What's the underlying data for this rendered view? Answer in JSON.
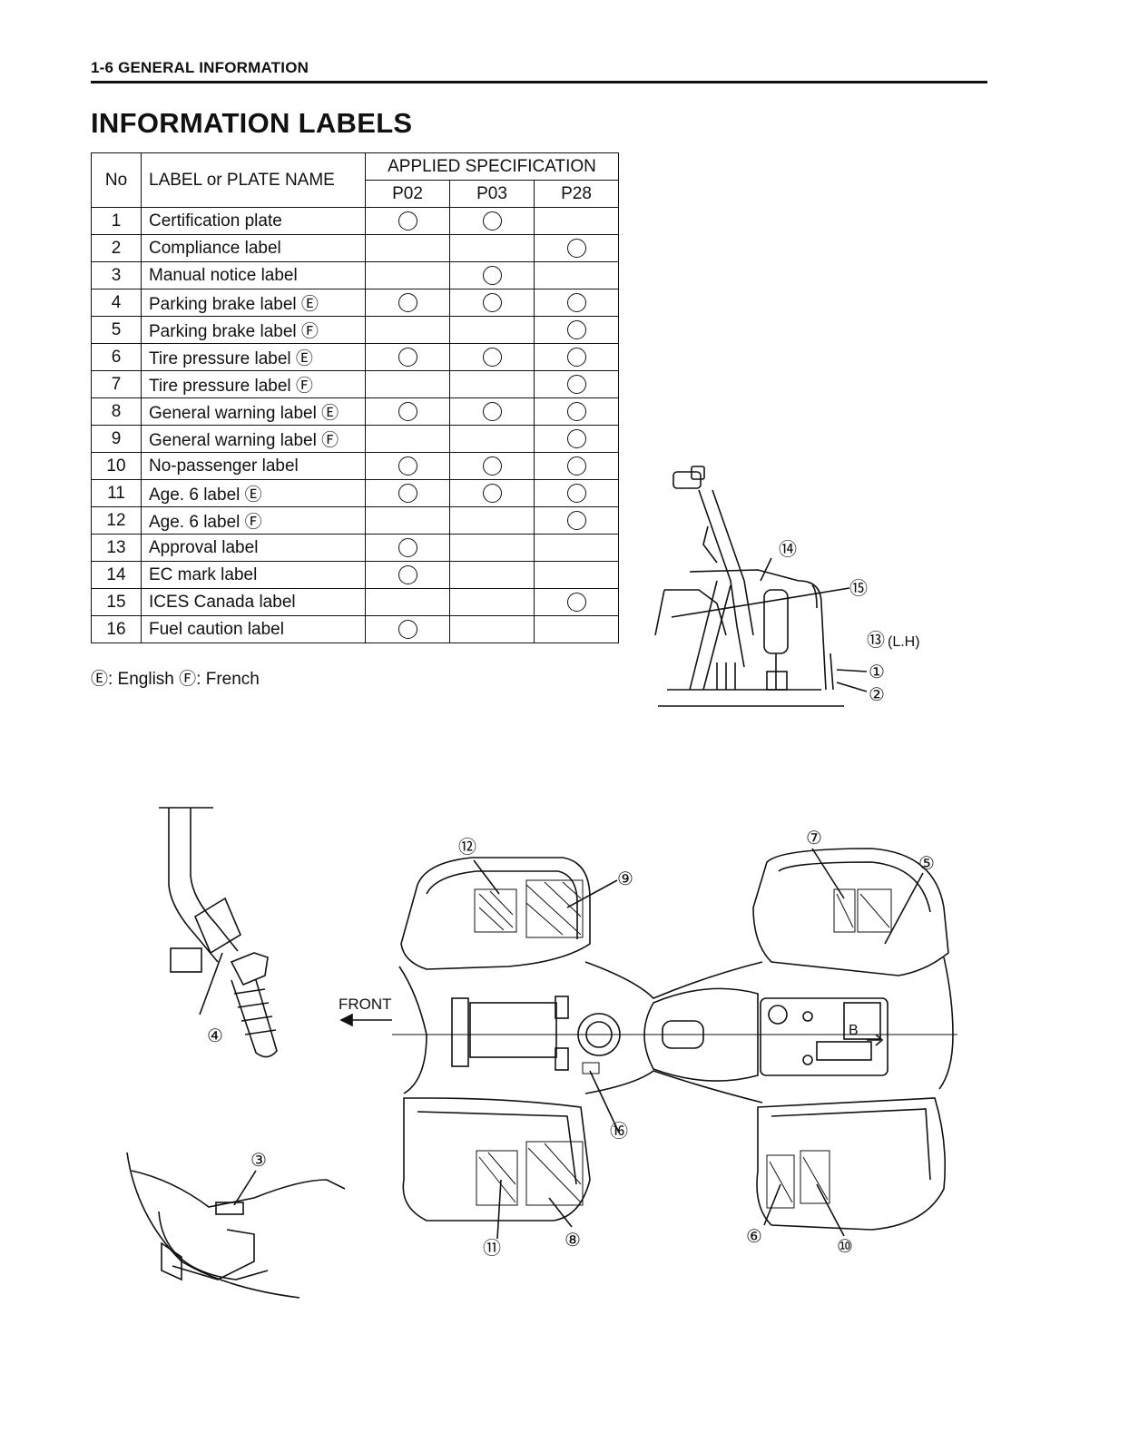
{
  "header": {
    "page": "1-6",
    "section": "GENERAL INFORMATION"
  },
  "title": "INFORMATION LABELS",
  "table": {
    "col_no": "No",
    "col_name": "LABEL or PLATE NAME",
    "col_spec": "APPLIED SPECIFICATION",
    "specs": [
      "P02",
      "P03",
      "P28"
    ],
    "rows": [
      {
        "no": "1",
        "name": "Certification plate",
        "applied": [
          true,
          true,
          false
        ]
      },
      {
        "no": "2",
        "name": "Compliance label",
        "applied": [
          false,
          false,
          true
        ]
      },
      {
        "no": "3",
        "name": "Manual notice label",
        "applied": [
          false,
          true,
          false
        ]
      },
      {
        "no": "4",
        "name": "Parking brake label Ⓔ",
        "applied": [
          true,
          true,
          true
        ]
      },
      {
        "no": "5",
        "name": "Parking brake label Ⓕ",
        "applied": [
          false,
          false,
          true
        ]
      },
      {
        "no": "6",
        "name": "Tire pressure label Ⓔ",
        "applied": [
          true,
          true,
          true
        ]
      },
      {
        "no": "7",
        "name": "Tire pressure label Ⓕ",
        "applied": [
          false,
          false,
          true
        ]
      },
      {
        "no": "8",
        "name": "General warning label Ⓔ",
        "applied": [
          true,
          true,
          true
        ]
      },
      {
        "no": "9",
        "name": "General warning label Ⓕ",
        "applied": [
          false,
          false,
          true
        ]
      },
      {
        "no": "10",
        "name": "No-passenger label",
        "applied": [
          true,
          true,
          true
        ]
      },
      {
        "no": "11",
        "name": "Age. 6 label Ⓔ",
        "applied": [
          true,
          true,
          true
        ]
      },
      {
        "no": "12",
        "name": "Age. 6 label Ⓕ",
        "applied": [
          false,
          false,
          true
        ]
      },
      {
        "no": "13",
        "name": "Approval label",
        "applied": [
          true,
          false,
          false
        ]
      },
      {
        "no": "14",
        "name": "EC mark label",
        "applied": [
          true,
          false,
          false
        ]
      },
      {
        "no": "15",
        "name": "ICES Canada label",
        "applied": [
          false,
          false,
          true
        ]
      },
      {
        "no": "16",
        "name": "Fuel caution label",
        "applied": [
          true,
          false,
          false
        ]
      }
    ]
  },
  "legend": "Ⓔ: English Ⓕ: French",
  "figure": {
    "front_label": "FRONT",
    "side_note": "(L.H)",
    "b_label": "B",
    "callouts": [
      "①",
      "②",
      "③",
      "④",
      "⑤",
      "⑥",
      "⑦",
      "⑧",
      "⑨",
      "⑩",
      "⑪",
      "⑫",
      "⑬",
      "⑭",
      "⑮",
      "⑯"
    ]
  }
}
